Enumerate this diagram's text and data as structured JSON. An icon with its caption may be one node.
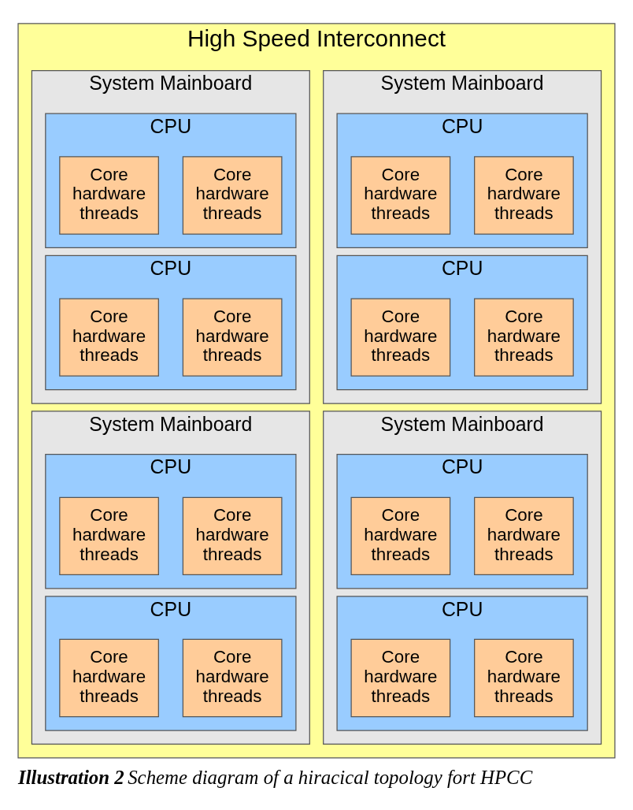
{
  "diagram": {
    "caption": "**Illustration 2** Scheme diagram of a hiracical topology fort HPCC",
    "nodes": [
      {
        "text": [
          "High Speed Interconnect"
        ]
      },
      {
        "text": [
          "System Mainboard"
        ],
        "in": 0
      },
      {
        "text": [
          "CPU"
        ],
        "in": 1
      },
      {
        "text": [
          "Core hardware threads"
        ],
        "in": 2
      },
      {
        "text": [
          "Core hardware threads"
        ],
        "in": 2
      },
      {
        "text": [
          "CPU"
        ],
        "in": 1
      },
      {
        "text": [
          "Core hardware threads"
        ],
        "in": 5
      },
      {
        "text": [
          "Core hardware threads"
        ],
        "in": 5
      },
      {
        "text": [
          "System Mainboard"
        ],
        "in": 0
      },
      {
        "text": [
          "CPU"
        ],
        "in": 8
      },
      {
        "text": [
          "Core hardware threads"
        ],
        "in": 9
      },
      {
        "text": [
          "Core hardware threads"
        ],
        "in": 9
      },
      {
        "text": [
          "CPU"
        ],
        "in": 8
      },
      {
        "text": [
          "Core hardware threads"
        ],
        "in": 12
      },
      {
        "text": [
          "Core hardware threads"
        ],
        "in": 12
      },
      {
        "text": [
          "System Mainboard"
        ],
        "in": 0
      },
      {
        "text": [
          "CPU"
        ],
        "in": 15
      },
      {
        "text": [
          "Core hardware threads"
        ],
        "in": 16
      },
      {
        "text": [
          "Core hardware threads"
        ],
        "in": 16
      },
      {
        "text": [
          "CPU"
        ],
        "in": 15
      },
      {
        "text": [
          "Core hardware threads"
        ],
        "in": 19
      },
      {
        "text": [
          "Core hardware threads"
        ],
        "in": 19
      },
      {
        "text": [
          "System Mainboard"
        ],
        "in": 0
      },
      {
        "text": [
          "CPU"
        ],
        "in": 22
      },
      {
        "text": [
          "Core hardware threads"
        ],
        "in": 23
      },
      {
        "text": [
          "Core hardware threads"
        ],
        "in": 23
      },
      {
        "text": [
          "CPU"
        ],
        "in": 22
      },
      {
        "text": [
          "Core hardware threads"
        ],
        "in": 26
      },
      {
        "text": [
          "Core hardware threads"
        ],
        "in": 26
      }
    ],
    "edges": []
  }
}
